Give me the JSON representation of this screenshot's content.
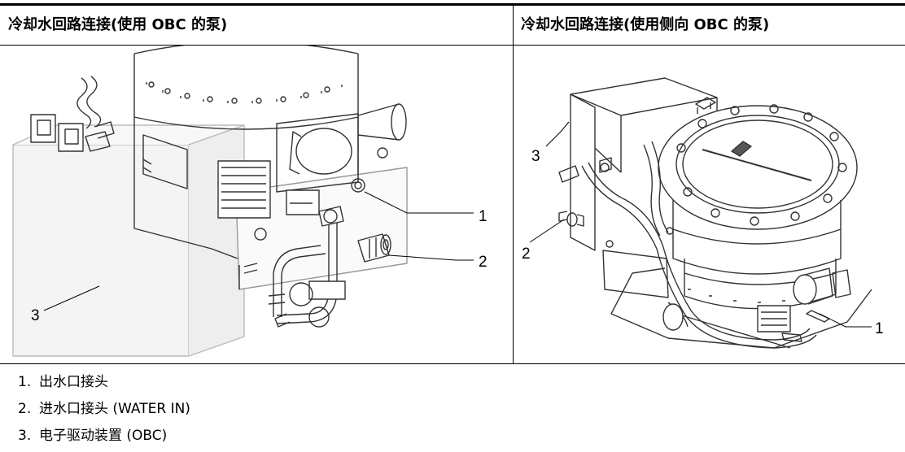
{
  "table": {
    "left_heading": "冷却水回路连接(使用 OBC 的泵)",
    "right_heading": "冷却水回路连接(使用侧向 OBC 的泵)"
  },
  "left_figure": {
    "callouts": [
      "1",
      "2",
      "3"
    ]
  },
  "right_figure": {
    "callouts": [
      "3",
      "2",
      "1"
    ]
  },
  "legend": [
    {
      "num": "1.",
      "text": "出水口接头"
    },
    {
      "num": "2.",
      "text": "进水口接头 (WATER IN)"
    },
    {
      "num": "3.",
      "text": "电子驱动装置 (OBC)"
    }
  ]
}
